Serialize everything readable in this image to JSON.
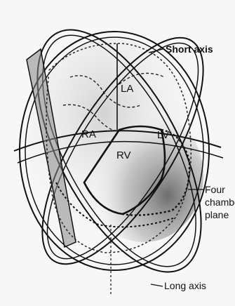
{
  "diagram": {
    "labels": {
      "short_axis": "Short axis",
      "long_axis": "Long axis",
      "four_chamber": [
        "Four",
        "chambe",
        "plane"
      ],
      "la": "LA",
      "ra": "RA",
      "lv": "LV",
      "rv": "RV"
    }
  }
}
